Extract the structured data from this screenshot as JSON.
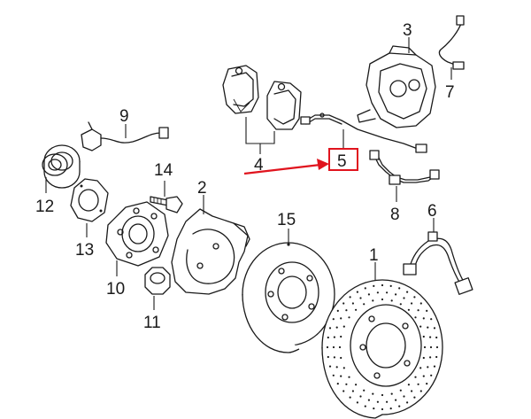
{
  "callouts": [
    {
      "id": "1",
      "text": "1"
    },
    {
      "id": "2",
      "text": "2"
    },
    {
      "id": "3",
      "text": "3"
    },
    {
      "id": "4",
      "text": "4"
    },
    {
      "id": "5",
      "text": "5"
    },
    {
      "id": "6",
      "text": "6"
    },
    {
      "id": "7",
      "text": "7"
    },
    {
      "id": "8",
      "text": "8"
    },
    {
      "id": "9",
      "text": "9"
    },
    {
      "id": "10",
      "text": "10"
    },
    {
      "id": "11",
      "text": "11"
    },
    {
      "id": "12",
      "text": "12"
    },
    {
      "id": "13",
      "text": "13"
    },
    {
      "id": "14",
      "text": "14"
    },
    {
      "id": "15",
      "text": "15"
    }
  ],
  "highlight": {
    "callout": "5",
    "color": "#e0141e"
  }
}
